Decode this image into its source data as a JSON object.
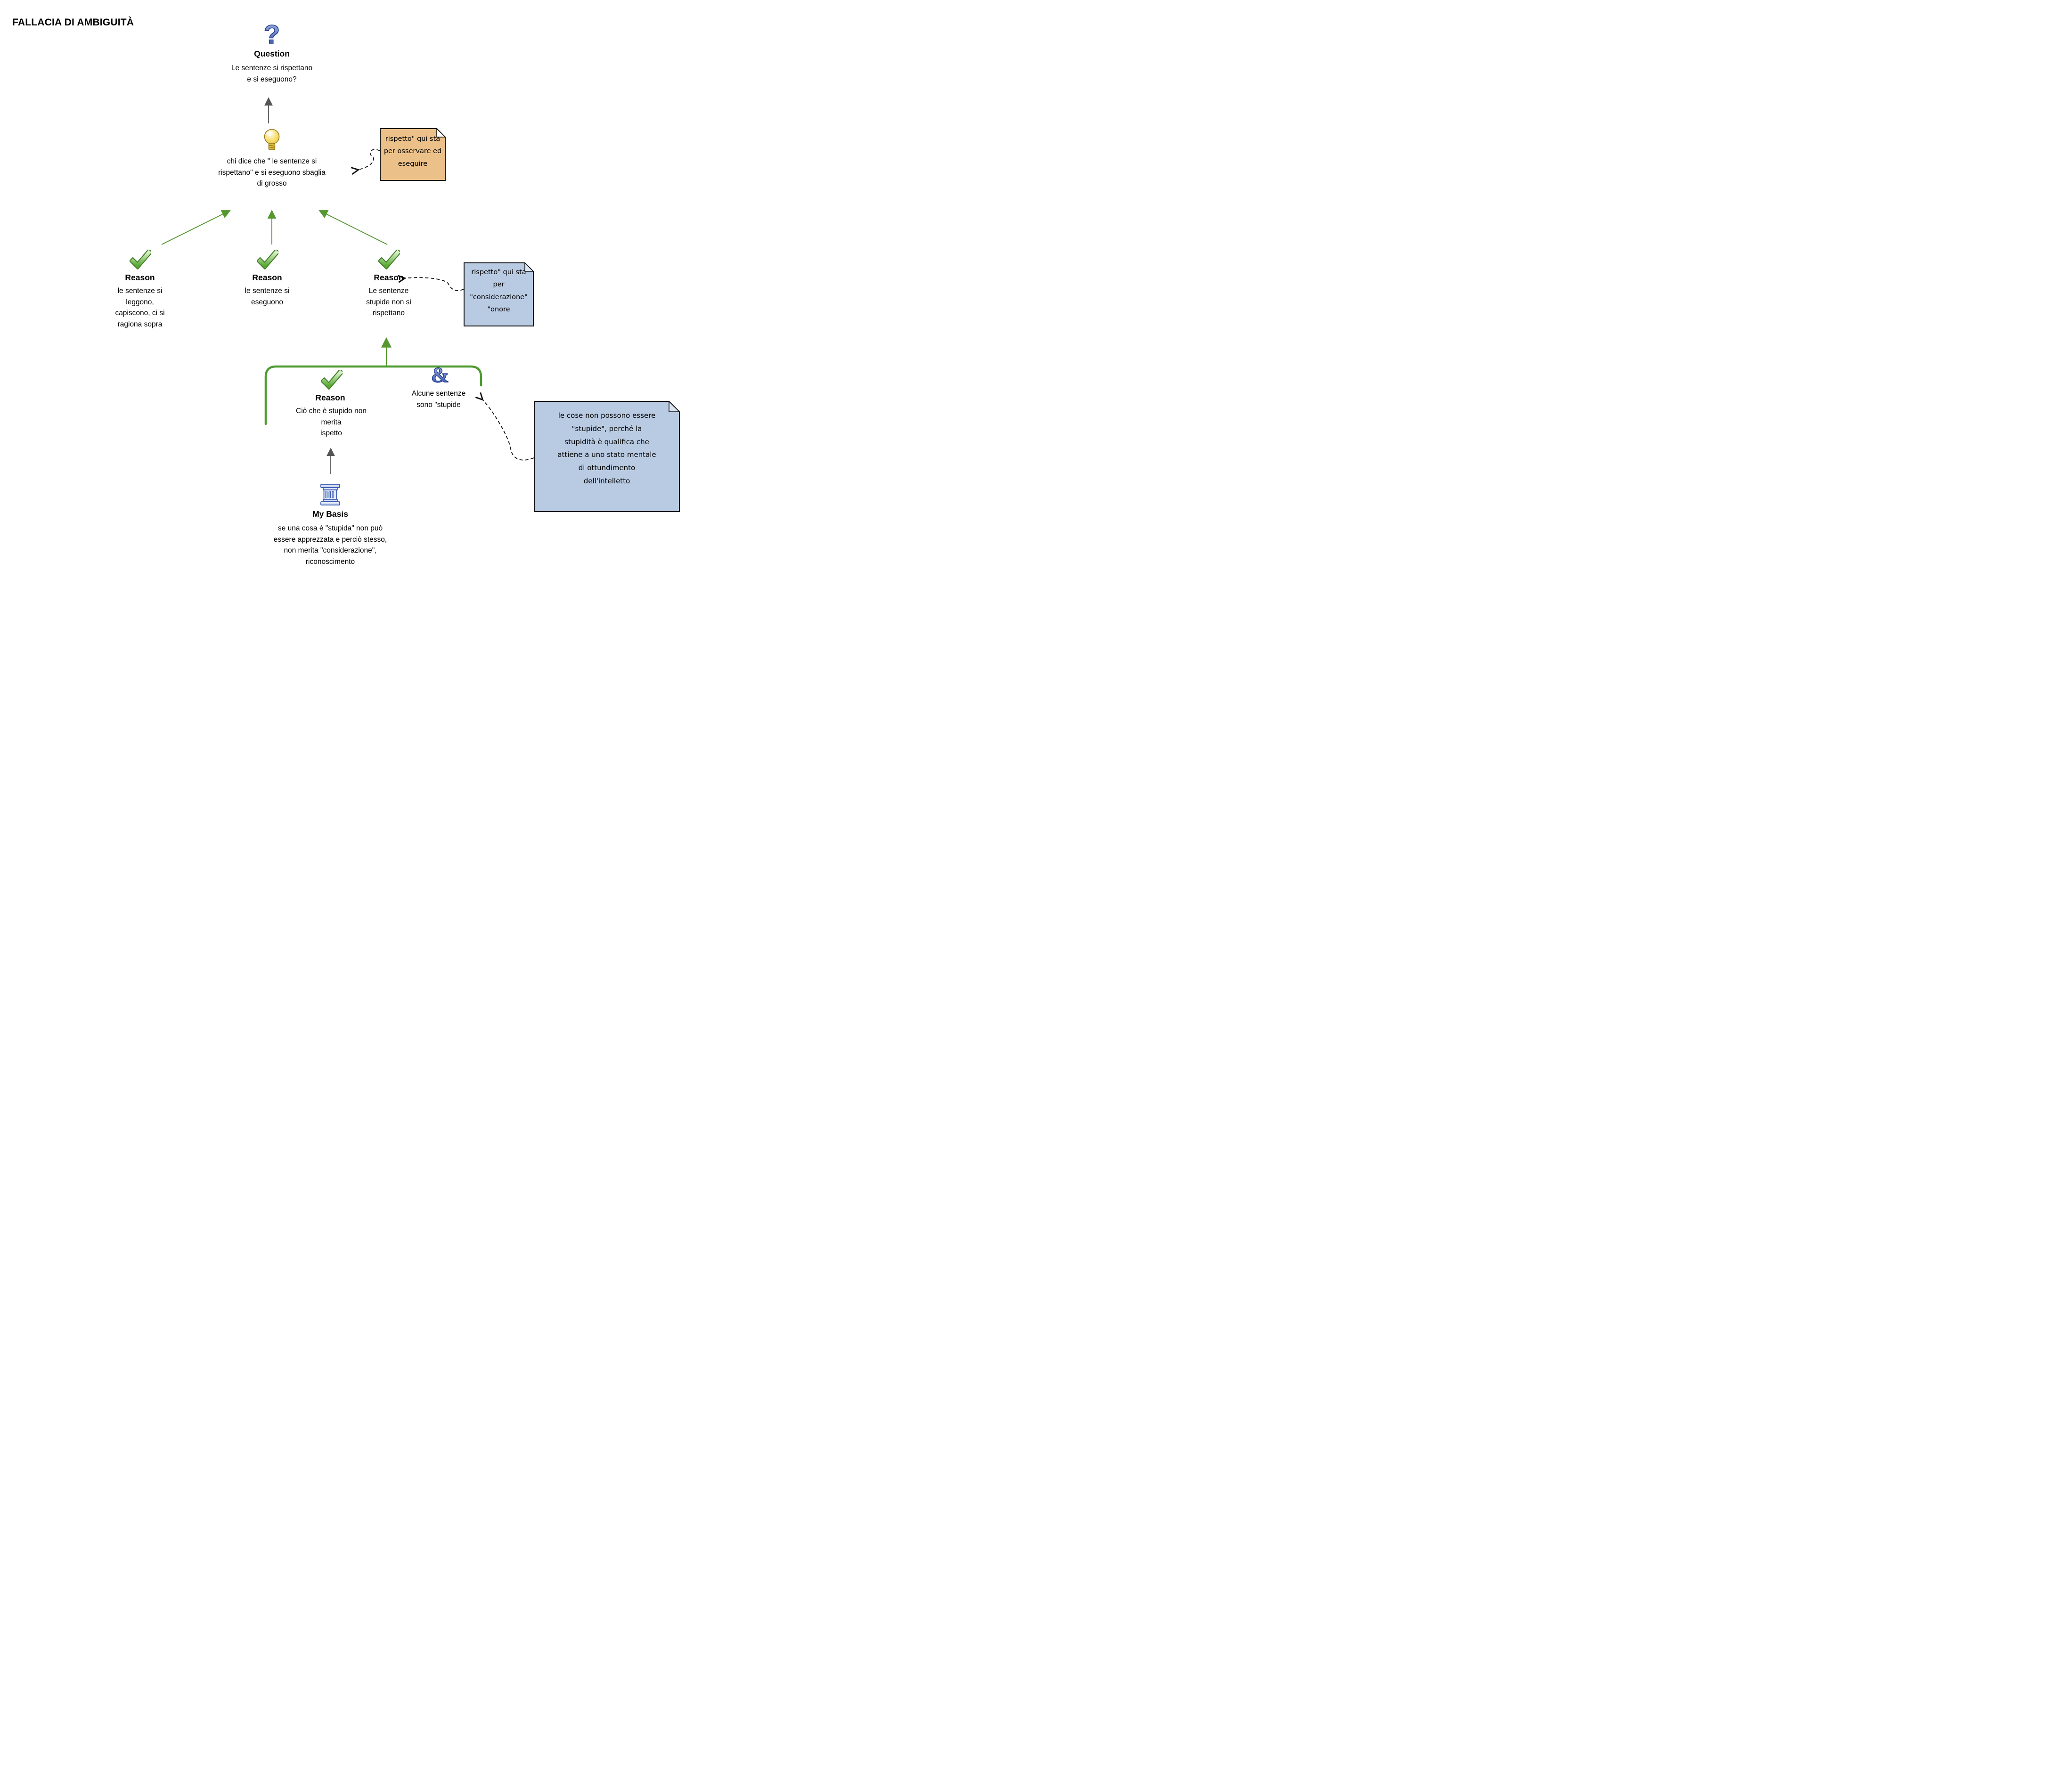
{
  "title": "FALLACIA DI AMBIGUITÀ",
  "colors": {
    "arrow_green": "#55982f",
    "bracket_green": "#4e9a2e",
    "arrow_grey": "#555555",
    "note_orange": "#ecc189",
    "note_blue": "#b9cbe2",
    "icon_blue": "#2e4fa8",
    "check_green": "#5aa839",
    "bulb_yellow": "#f2cf4e"
  },
  "question": {
    "icon_glyph": "?",
    "label": "Question",
    "lines": [
      "Le sentenze si rispettano",
      "e si eseguono?"
    ]
  },
  "main_claim": {
    "lines": [
      "chi dice che \" le sentenze si",
      "rispettano\" e si eseguono sbaglia",
      "di grosso"
    ]
  },
  "reasons": [
    {
      "label": "Reason",
      "lines": [
        "le sentenze si",
        "leggono,",
        "capiscono, ci si",
        "ragiona sopra"
      ]
    },
    {
      "label": "Reason",
      "lines": [
        "le sentenze si",
        "eseguono"
      ]
    },
    {
      "label": "Reason",
      "lines": [
        "Le sentenze",
        "stupide non si",
        "rispettano"
      ]
    },
    {
      "label": "Reason",
      "lines": [
        "Ciò che è stupido non",
        "merita",
        "ispetto"
      ]
    }
  ],
  "conjunction": {
    "symbol": "&",
    "lines": [
      "Alcune sentenze",
      "sono \"stupide"
    ]
  },
  "notes": [
    {
      "lines": [
        "rispetto\" qui sta",
        "per osservare ed",
        "eseguire"
      ]
    },
    {
      "lines": [
        "rispetto\" qui sta",
        "per",
        "\"considerazione\"",
        "\"onore"
      ]
    },
    {
      "lines": [
        "le cose non possono essere",
        "\"stupide\", perché la",
        "stupidità è qualifica che",
        "attiene a uno stato mentale",
        "di ottundimento",
        "dell'intelletto"
      ]
    }
  ],
  "basis": {
    "label": "My Basis",
    "lines": [
      "se una cosa è \"stupida\" non può",
      "essere apprezzata e perciò stesso,",
      "non merita \"considerazione\",",
      "riconoscimento"
    ]
  }
}
